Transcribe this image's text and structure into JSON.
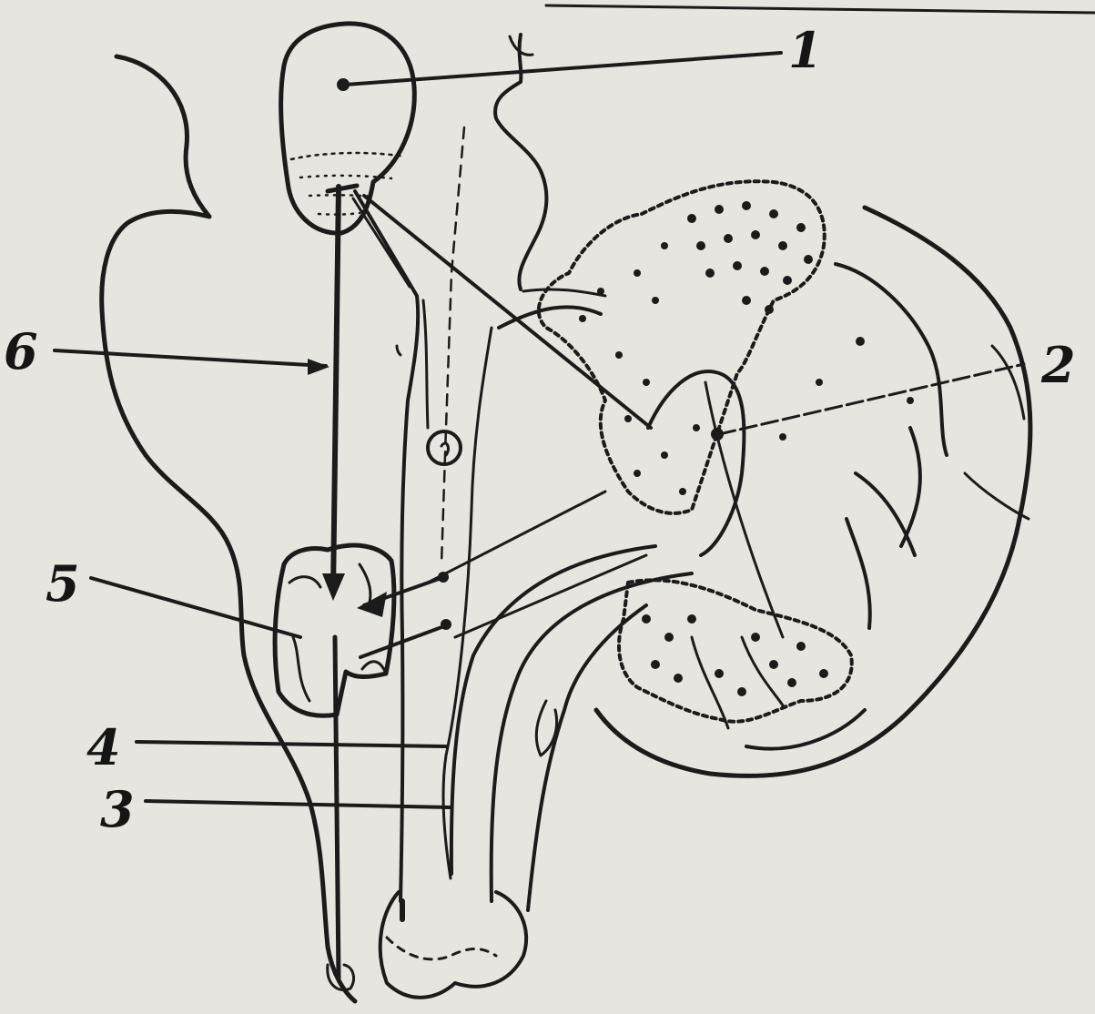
{
  "figure": {
    "labels": [
      {
        "id": "label-1",
        "text": "1"
      },
      {
        "id": "label-2",
        "text": "2"
      },
      {
        "id": "label-3",
        "text": "3"
      },
      {
        "id": "label-4",
        "text": "4"
      },
      {
        "id": "label-5",
        "text": "5"
      },
      {
        "id": "label-6",
        "text": "6"
      }
    ]
  },
  "colors": {
    "paper": "#e7e5df",
    "ink": "#1b1b1b"
  }
}
